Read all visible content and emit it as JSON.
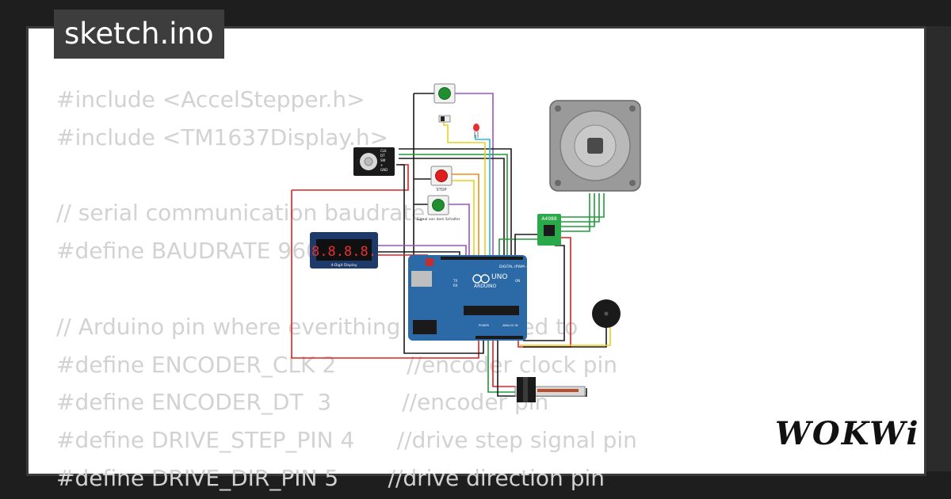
{
  "title": "sketch.ino",
  "logo": "WOKWi",
  "code_lines": [
    "#include <AccelStepper.h>",
    "#include <TM1637Display.h>",
    "",
    "// serial communication baudrate",
    "#define BAUDRATE 9600",
    "",
    "// Arduino pin where everithing is connected to",
    "#define ENCODER_CLK 2          //encoder clock pin",
    "#define ENCODER_DT  3          //encoder pin",
    "#define DRIVE_STEP_PIN 4      //drive step signal pin",
    "#define DRIVE_DIR_PIN 5       //drive direction pin"
  ],
  "components": {
    "encoder_pins": [
      "CLK",
      "DT",
      "SW",
      "+",
      "GND"
    ],
    "stop_button_label": "STOP",
    "switch_button_label": "Signal von dem Schalter",
    "display_label": "4-Digit Display",
    "display_digits": "8.8.8.8.",
    "driver_label": "A4988",
    "arduino_brand": "ARDUINO",
    "arduino_model": "UNO",
    "arduino_digital_label": "DIGITAL (PWM ~)",
    "arduino_power_label": "POWER",
    "arduino_analog_label": "ANALOG IN",
    "arduino_tx": "TX",
    "arduino_rx": "RX",
    "arduino_on": "ON"
  },
  "colors": {
    "wire_red": "#e02020",
    "wire_black": "#1a1a1a",
    "wire_green": "#1f9b3a",
    "wire_yellow": "#e6d21c",
    "wire_orange": "#f08c1a",
    "wire_purple": "#a050c8",
    "wire_cyan": "#28b8e0",
    "arduino_blue": "#2b6aa6",
    "driver_green": "#2aa84a",
    "display_navy": "#1c3a6a"
  }
}
